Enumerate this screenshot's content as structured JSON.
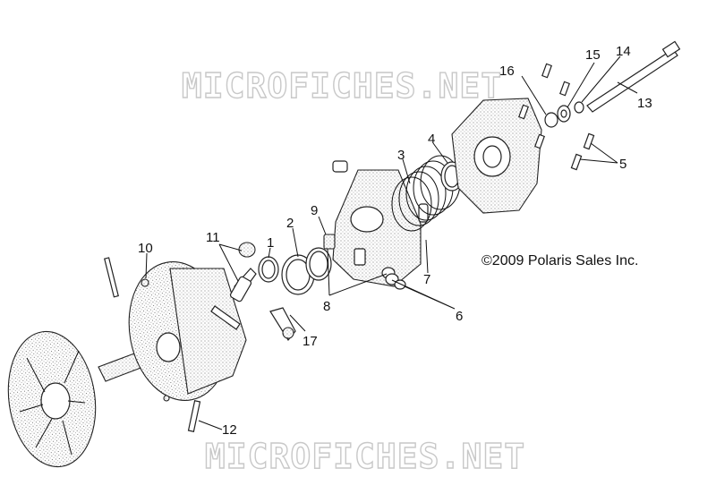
{
  "watermarks": {
    "top": "MICROFICHES.NET",
    "bottom": "MICROFICHES.NET"
  },
  "copyright": "©2009 Polaris Sales Inc.",
  "callouts": {
    "c1": "1",
    "c2": "2",
    "c3": "3",
    "c4": "4",
    "c5": "5",
    "c6": "6",
    "c7": "7",
    "c8": "8",
    "c9": "9",
    "c10": "10",
    "c11": "11",
    "c12": "12",
    "c13": "13",
    "c14": "14",
    "c15": "15",
    "c16": "16",
    "c17": "17"
  }
}
